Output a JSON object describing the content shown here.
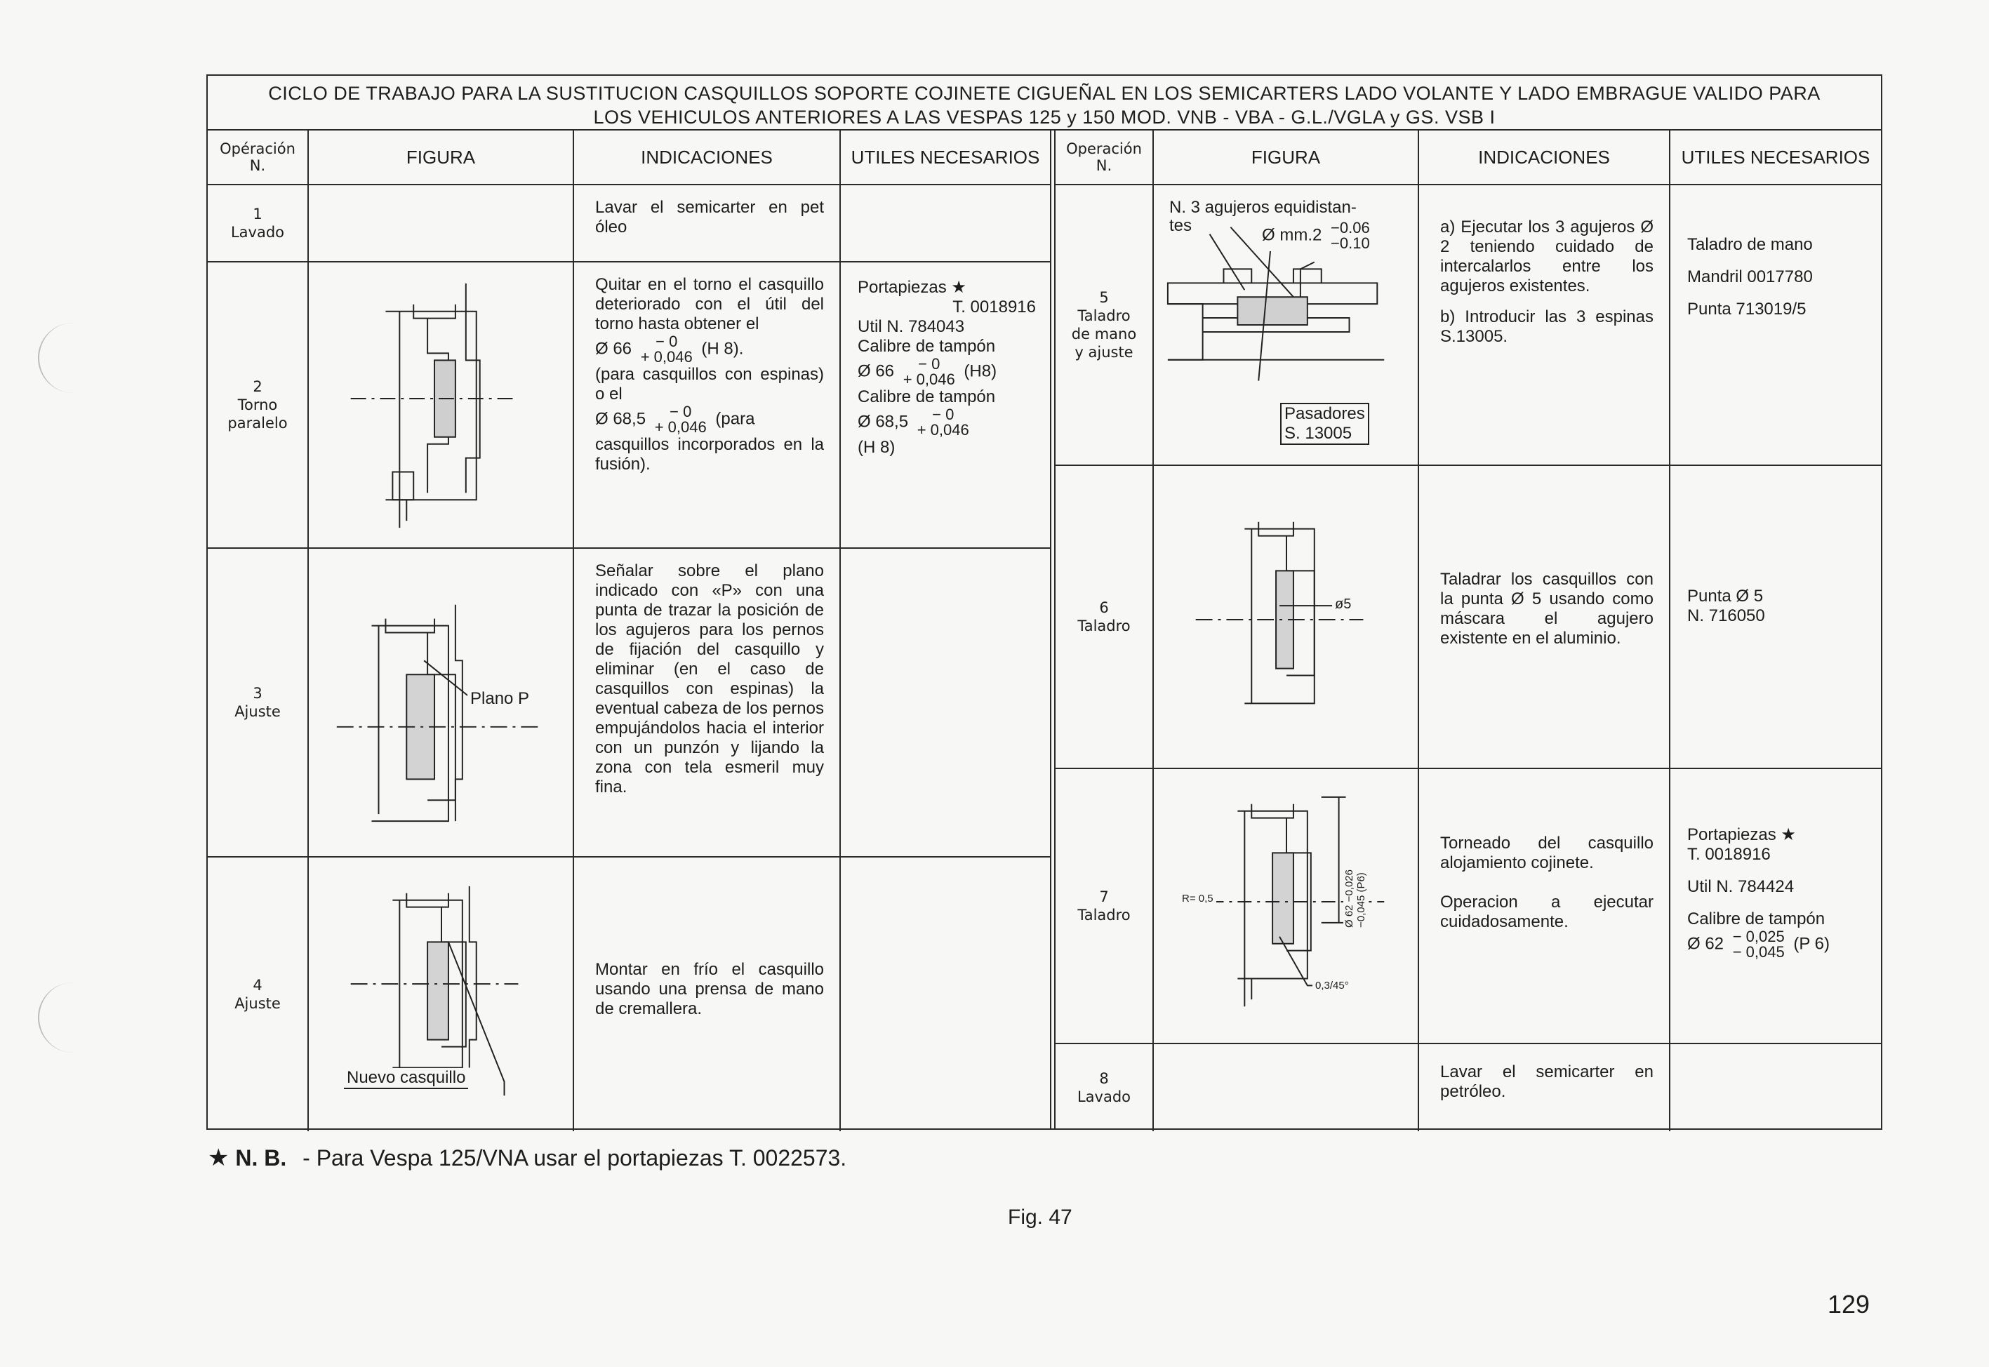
{
  "title": {
    "line1": "CICLO DE TRABAJO PARA LA SUSTITUCION CASQUILLOS SOPORTE COJINETE CIGUEÑAL EN LOS SEMICARTERS LADO VOLANTE Y LADO EMBRAGUE VALIDO PARA",
    "line2": "LOS VEHICULOS ANTERIORES A LAS VESPAS 125 y 150 MOD. VNB - VBA - G.L./VGLA y GS. VSB I"
  },
  "headers": {
    "op1": "Opéración",
    "op2": "N.",
    "op_right1": "Operación",
    "op_right2": "N.",
    "figura": "FIGURA",
    "indicaciones": "INDICACIONES",
    "utiles": "UTILES NECESARIOS"
  },
  "left_rows": [
    {
      "num": "1",
      "name": "Lavado",
      "ind": "Lavar el semicarter en pet óleo",
      "tools": ""
    },
    {
      "num": "2",
      "name1": "Torno",
      "name2": "paralelo",
      "ind_a": "Quitar en el torno el casquillo deteriorado con el útil del torno hasta obtener el",
      "ind_m1_pre": "Ø 66",
      "ind_m1_top": "− 0",
      "ind_m1_bot": "+ 0,046",
      "ind_m1_post": "(H 8).",
      "ind_b": "(para casquillos con espinas) o el",
      "ind_m2_pre": "Ø 68,5",
      "ind_m2_top": "− 0",
      "ind_m2_bot": "+ 0,046",
      "ind_m2_post": "(para",
      "ind_c": "casquillos incorporados en la fusión).",
      "tools_a": "Portapiezas ★",
      "tools_b": "T. 0018916",
      "tools_c": "Util N. 784043",
      "tools_d": "Calibre de tampón",
      "tools_m1_pre": "Ø 66",
      "tools_m1_top": "− 0",
      "tools_m1_bot": "+ 0,046",
      "tools_m1_post": "(H8)",
      "tools_e": "Calibre de tampón",
      "tools_m2_pre": "Ø 68,5",
      "tools_m2_top": "− 0",
      "tools_m2_bot": "+ 0,046",
      "tools_f": "(H 8)"
    },
    {
      "num": "3",
      "name": "Ajuste",
      "fig_label": "Plano P",
      "ind": "Señalar sobre el plano indicado con «P» con una punta de trazar la posición de los agujeros para los pernos de fijación del casquillo y eliminar (en el caso de casquillos con espinas) la eventual cabeza de los pernos empujándolos hacia el interior con un punzón y lijando la zona con tela esmeril muy fina."
    },
    {
      "num": "4",
      "name": "Ajuste",
      "fig_label": "Nuevo casquillo",
      "ind": "Montar en frío el casquillo usando una prensa de mano de cremallera."
    }
  ],
  "right_rows": [
    {
      "num": "5",
      "name1": "Taladro",
      "name2": "de mano",
      "name3": "y ajuste",
      "fig_top": "N. 3 agujeros equidistan-",
      "fig_top2": "tes",
      "fig_dim_pre": "Ø mm.2",
      "fig_dim_top": "−0.06",
      "fig_dim_bot": "−0.10",
      "fig_label1": "Pasadores",
      "fig_label2": "S. 13005",
      "ind_a": "a) Ejecutar los 3 agujeros Ø 2 teniendo cuidado de intercalarlos entre los agujeros existentes.",
      "ind_b": "b) Introducir las 3 espinas S.13005.",
      "tools_a": "Taladro de mano",
      "tools_b": "Mandril 0017780",
      "tools_c": "Punta 713019/5"
    },
    {
      "num": "6",
      "name": "Taladro",
      "fig_label": "ø5",
      "ind": "Taladrar los casquillos con la punta Ø 5 usando como máscara el agujero existente en el aluminio.",
      "tools_a": "Punta Ø 5",
      "tools_b": "N. 716050"
    },
    {
      "num": "7",
      "name": "Taladro",
      "fig_r": "R= 0,5",
      "fig_d": "Ø 62 −0,026 −0,045 (P6)",
      "fig_ch": "0,3/45°",
      "ind_a": "Torneado del casquillo alojamiento cojinete.",
      "ind_b": "Operacion a ejecutar cuidadosamente.",
      "tools_a": "Portapiezas ★",
      "tools_b": "T. 0018916",
      "tools_c": "Util N. 784424",
      "tools_d": "Calibre de tampón",
      "tools_m_pre": "Ø 62",
      "tools_m_top": "− 0,025",
      "tools_m_bot": "− 0,045",
      "tools_m_post": "(P 6)"
    },
    {
      "num": "8",
      "name": "Lavado",
      "ind": "Lavar el semicarter en petróleo."
    }
  ],
  "note": {
    "star": "★",
    "label": "N. B.",
    "text": "- Para Vespa 125/VNA usar el portapiezas T. 0022573."
  },
  "figure_caption": "Fig. 47",
  "page_number": "129"
}
